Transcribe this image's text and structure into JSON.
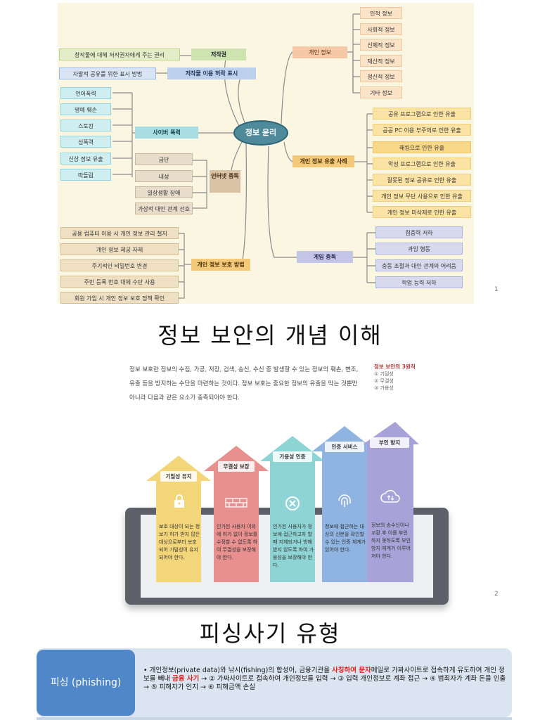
{
  "slide1": {
    "page_number": "1",
    "center": "정보 윤리",
    "categories": {
      "copyright": "저작권",
      "license": "저작물 이용 허락 표시",
      "cyber_violence": "사이버 폭력",
      "internet_addiction": "인터넷 중독",
      "privacy_protection": "개인 정보 보호 방법",
      "personal_info": "개인 정보",
      "leak_cases": "개인 정보 유출 사례",
      "game_addiction": "게임 중독"
    },
    "copyright_desc": "창작물에 대해 저작권자에게 주는 권리",
    "license_desc": "자발적 공유를 위한 표시 방법",
    "cyber_items": [
      "언어폭력",
      "명예 훼손",
      "스토킹",
      "성폭력",
      "신상 정보 유출",
      "따돌림"
    ],
    "internet_items": [
      "금단",
      "내성",
      "일상생활 장애",
      "가상적 대인 관계 선호"
    ],
    "protection_items": [
      "공용 컴퓨터 이용 시 개인 정보 관리 철저",
      "개인 정보 제공 자제",
      "주기적인 비밀번호 변경",
      "주민 등록 번호 대체 수단 사용",
      "회원 가입 시 개인 정보 보호 정책 확인"
    ],
    "personal_items": [
      "인적 정보",
      "사회적 정보",
      "신체적 정보",
      "재산적 정보",
      "정신적 정보",
      "기타 정보"
    ],
    "leak_items": [
      "공유 프로그램으로 인한 유출",
      "공공 PC 이용 부주의로 인한 유출",
      "해킹으로 인한 유출",
      "악성 프로그램으로 인한 유출",
      "잘못된 정보 공유로 인한 유출",
      "개인 정보 무단 사용으로 인한 유출",
      "개인 정보 미삭제로 인한 유출"
    ],
    "game_items": [
      "집중력 저하",
      "과잉 행동",
      "충동 조절과 대인 관계의 어려움",
      "학업 능력 저하"
    ]
  },
  "heading1": "정보 보안의 개념 이해",
  "slide2": {
    "page_number": "2",
    "intro": "정보 보호란 정보의 수집, 가공, 저장, 검색, 송신, 수신 중 발생할 수 있는 정보의 훼손, 변조, 유출 등을 방지하는 수단을 마련하는 것이다. 정보 보호는 중요한 정보의 유출을 막는 것뿐만 아니라 다음과 같은 요소가 충족되어야 한다.",
    "sidebox_title": "정보 보안의 3원칙",
    "sidebox_items": [
      "① 기밀성",
      "② 무결성",
      "③ 가용성"
    ],
    "pillars": [
      {
        "title": "기밀성 유지",
        "desc": "보호 대상이 되는 정보가 허가 받지 않은 대상으로부터 보호되어 기밀성이 유지되어야 한다."
      },
      {
        "title": "무결성 보장",
        "desc": "인가된 사용자 이외에 허가 없이 정보를 수정할 수 없도록 하여 무결성을 보장해야 한다."
      },
      {
        "title": "가용성 인증",
        "desc": "인가된 사용자가 정보에 접근하고자 할 때 지체되거나 방해받지 않도록 하여 가용성을 보장해야 한다."
      },
      {
        "title": "인증 서비스",
        "desc": "정보에 접근하는 대상의 신분을 확인할 수 있는 인증 체계가 있어야 한다."
      },
      {
        "title": "부인 방지",
        "desc": "정보의 송수신이나 교환 후 이를 부인하지 못하도록 부인 방지 체계가 이루어져야 한다."
      }
    ],
    "colors": {
      "yellow": "#f3d57a",
      "red": "#e88f8f",
      "cyan": "#8fd4d4",
      "blue": "#8fb4e2",
      "purple": "#a7a3d8"
    }
  },
  "heading2": "피싱사기 유형",
  "slide3": {
    "label": "피싱 (phishing)",
    "text_before": "• 개인정보(private data)와 낚시(fishing)의 합성어, 금융기관을 ",
    "text_red1": "사칭하여 문자",
    "text_mid": "메일로 가짜사이트로 접속하게 유도하여 개인 정보를 빼내 ",
    "text_red2": "금융 사기",
    "text_after": " → ② 가짜사이트로 접속하여 개인정보를 입력 → ③ 입력 개인정보로 계좌 접근 → ④ 범죄자가 계좌 돈을 인출 → ⑤ 피해자가 인지 → ⑥ 피해금액 손실"
  }
}
